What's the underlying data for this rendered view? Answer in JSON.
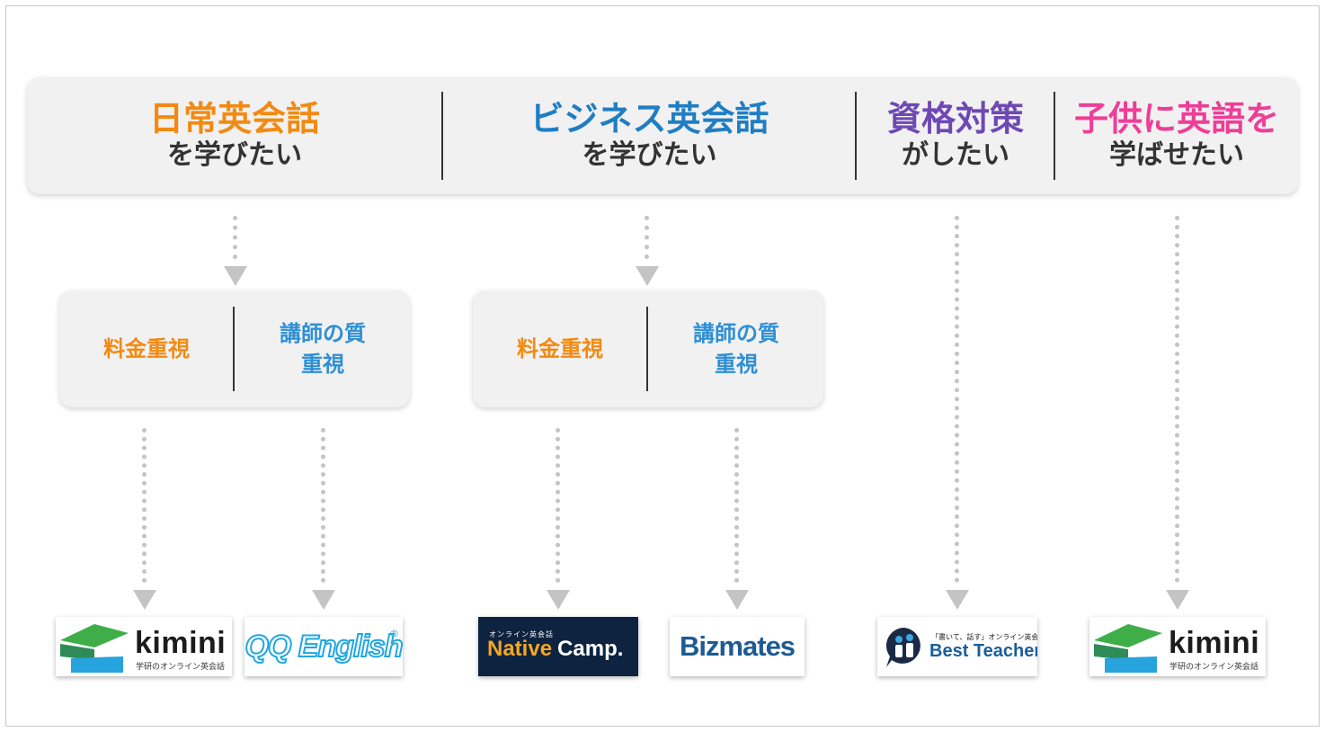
{
  "top_categories": [
    {
      "title": "日常英会話",
      "sub": "を学びたい",
      "color": "#f28a12"
    },
    {
      "title": "ビジネス英会話",
      "sub": "を学びたい",
      "color": "#1f7ec4"
    },
    {
      "title": "資格対策",
      "sub": "がしたい",
      "color": "#6e49b4"
    },
    {
      "title": "子供に英語を",
      "sub": "学ばせたい",
      "color": "#ee3e97"
    }
  ],
  "criteria_groups": [
    {
      "price": "料金重視",
      "quality": "講師の質\n重視"
    },
    {
      "price": "料金重視",
      "quality": "講師の質\n重視"
    }
  ],
  "criteria_colors": {
    "price": "#f28a12",
    "quality": "#2e8fd5"
  },
  "logos": {
    "kimini_1": {
      "word": "kimini",
      "sub": "学研のオンライン英会話"
    },
    "qq": {
      "word": "QQ English",
      "reg": "®"
    },
    "native_camp": {
      "small": "オンライン英会話",
      "word_a": "Native",
      "word_b": "Camp."
    },
    "bizmates": {
      "word": "Bizmates"
    },
    "best_teacher": {
      "small": "「書いて、話す」オンライン英会話",
      "word": "Best Teacher"
    },
    "kimini_2": {
      "word": "kimini",
      "sub": "学研のオンライン英会話"
    }
  }
}
